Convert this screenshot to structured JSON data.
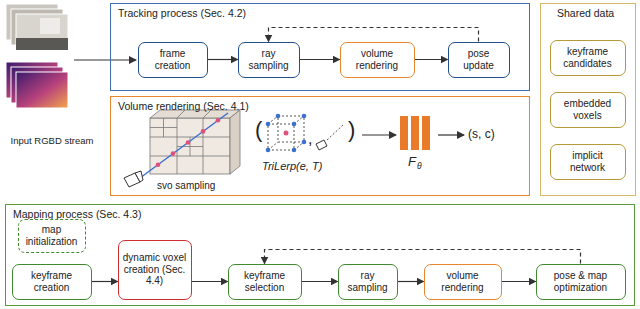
{
  "diagram": {
    "nodes": [
      {
        "text": [
          "Tracking process (Sec. 4.2)"
        ]
      },
      {
        "text": [
          "frame creation"
        ],
        "in": 0
      },
      {
        "text": [
          "ray sampling"
        ],
        "in": 0
      },
      {
        "text": [
          "volume rendering"
        ],
        "in": 0
      },
      {
        "text": [
          "pose update"
        ],
        "in": 0
      },
      {
        "text": [
          "Volume rendering (Sec. 4.1)"
        ]
      },
      {
        "text": [
          "Shared data"
        ]
      },
      {
        "text": [
          "keyframe candidates"
        ],
        "in": 6
      },
      {
        "text": [
          "embedded voxels"
        ],
        "in": 6
      },
      {
        "text": [
          "implicit network"
        ],
        "in": 6
      },
      {
        "text": [
          "Mapping process (Sec. 4.3)"
        ]
      },
      {
        "text": [
          "map initialization"
        ],
        "in": 10
      },
      {
        "text": [
          "keyframe creation"
        ],
        "in": 10
      },
      {
        "text": [
          "dynamic voxel creation (Sec. 4.4)"
        ],
        "in": 10
      },
      {
        "text": [
          "keyframe selection"
        ],
        "in": 10
      },
      {
        "text": [
          "ray sampling"
        ],
        "in": 10
      },
      {
        "text": [
          "volume rendering"
        ],
        "in": 10
      },
      {
        "text": [
          "pose & map optimization"
        ],
        "in": 10
      }
    ],
    "edges": [
      {
        "from": 1,
        "to": 2,
        "arrow": "to"
      },
      {
        "from": 2,
        "to": 3,
        "arrow": "to"
      },
      {
        "from": 3,
        "to": 4,
        "arrow": "to"
      },
      {
        "from": 4,
        "to": 2,
        "arrow": "to"
      },
      {
        "from": 12,
        "to": 13,
        "arrow": "to"
      },
      {
        "from": 13,
        "to": 14,
        "arrow": "to"
      },
      {
        "from": 14,
        "to": 15,
        "arrow": "to"
      },
      {
        "from": 15,
        "to": 16,
        "arrow": "to"
      },
      {
        "from": 16,
        "to": 17,
        "arrow": "to"
      },
      {
        "from": 17,
        "to": 14,
        "arrow": "to"
      }
    ],
    "labels": [
      "Input RGBD stream",
      "svo sampling",
      "(",
      ",",
      ")",
      "TriLerp(e, T)",
      "F",
      "θ",
      "(s, c)"
    ]
  }
}
